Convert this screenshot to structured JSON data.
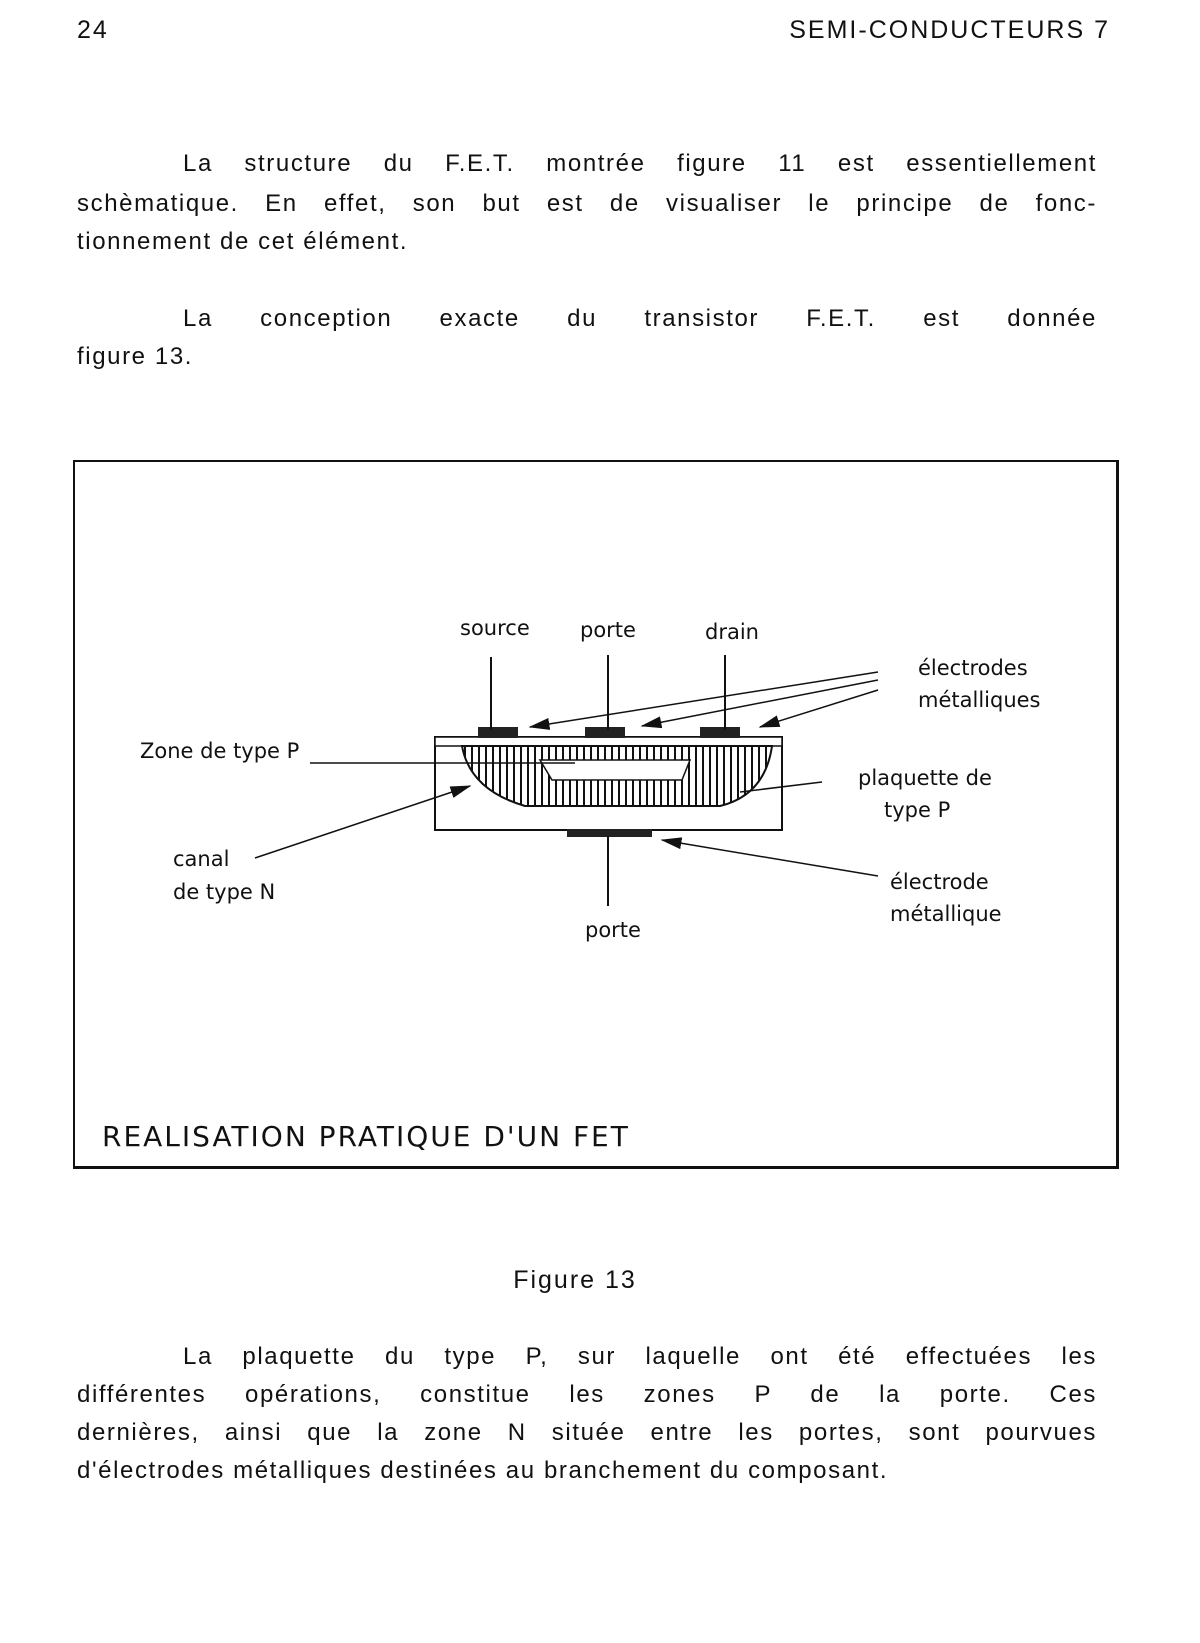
{
  "header": {
    "page_number": "24",
    "running_title": "SEMI-CONDUCTEURS 7"
  },
  "intro": {
    "para1": [
      "La structure du F.E.T. montrée figure 11 est essentiellement",
      "schèmatique. En effet, son but est de visualiser le principe de fonc-",
      "tionnement de cet élément."
    ],
    "para2": [
      "La conception exacte du transistor F.E.T. est donnée",
      "figure 13."
    ]
  },
  "figure": {
    "labels": {
      "source": "source",
      "porte_top": "porte",
      "drain": "drain",
      "electrodes_1": "électrodes",
      "electrodes_2": "métalliques",
      "zone_p": "Zone de type P",
      "plaquette_1": "plaquette de",
      "plaquette_2": "type P",
      "canal_1": "canal",
      "canal_2": "de type N",
      "electrode_1": "électrode",
      "electrode_2": "métallique",
      "porte_bottom": "porte"
    },
    "caption": "REALISATION PRATIQUE D'UN FET",
    "title": "Figure 13"
  },
  "body": {
    "para3": [
      "La plaquette du type P, sur laquelle ont été effectuées les",
      "différentes opérations, constitue les zones P de la porte. Ces",
      "dernières, ainsi que la zone N située entre les portes, sont pourvues",
      "d'électrodes métalliques destinées au branchement du composant."
    ]
  }
}
